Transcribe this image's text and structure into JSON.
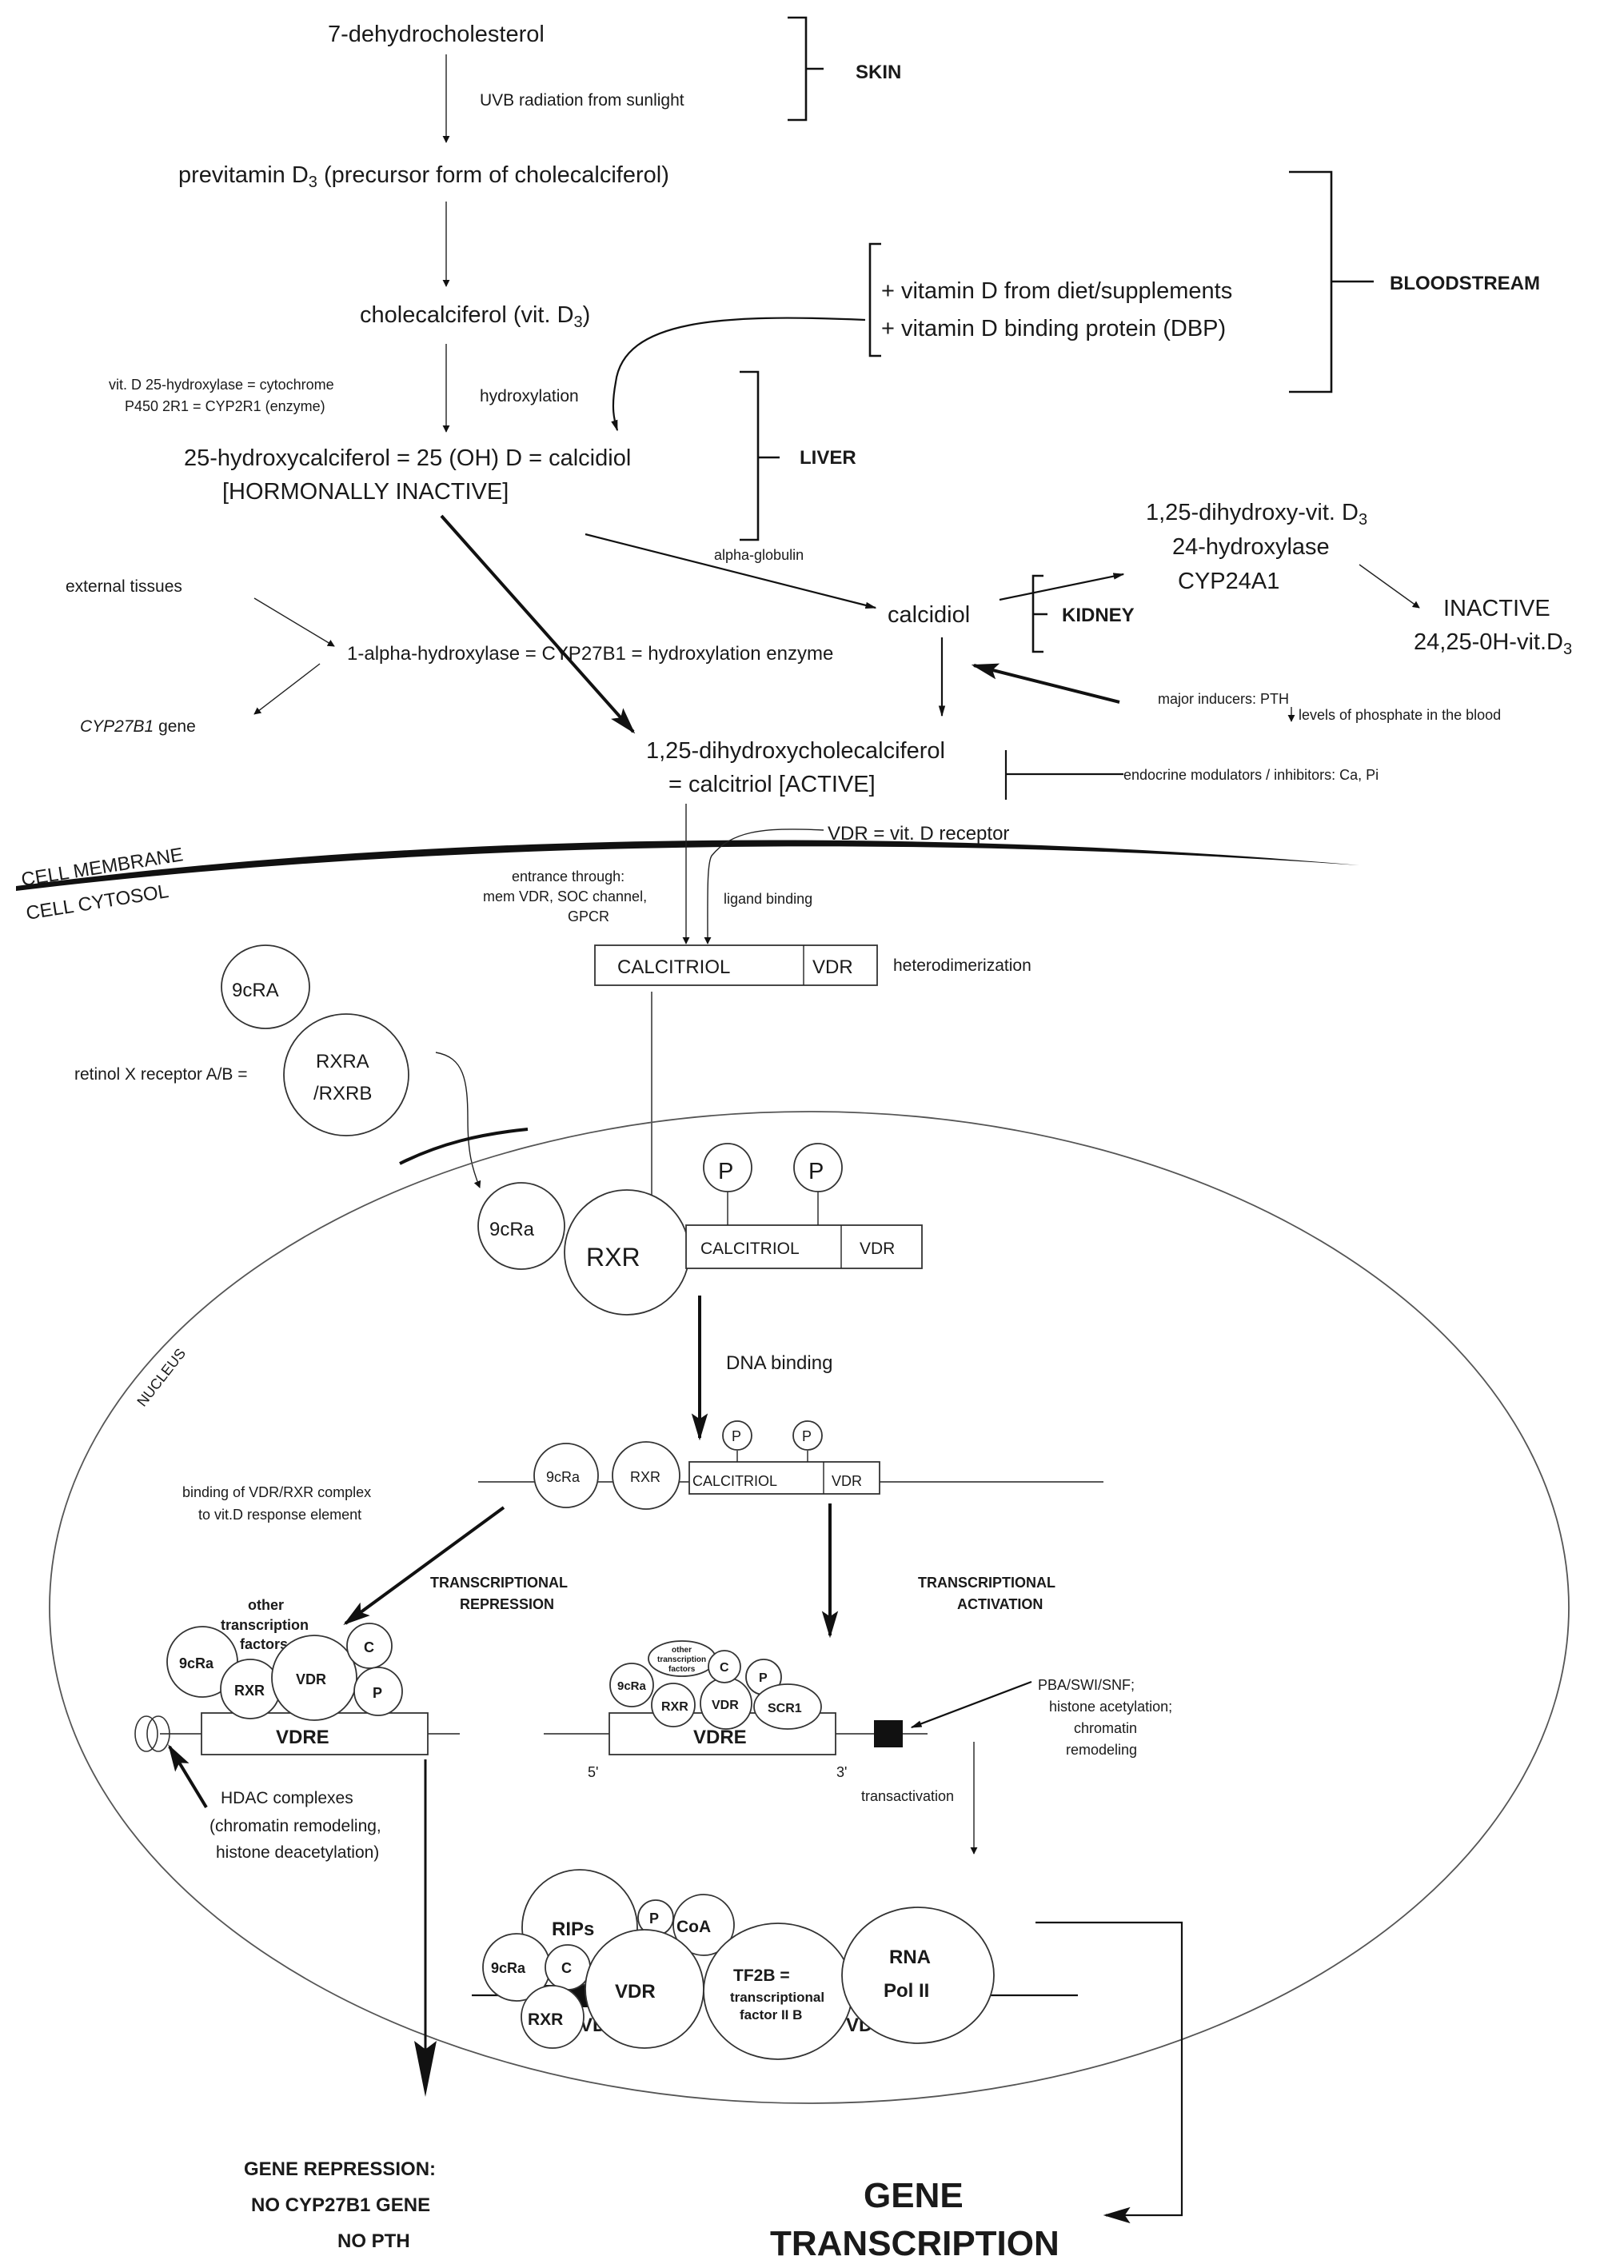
{
  "pathway": {
    "dehydro": "7-dehydrocholesterol",
    "uvb": "UVB radiation from sunlight",
    "skin": "SKIN",
    "previtamin": "previtamin D",
    "previtamin_sub": "3",
    "previtamin_rest": " (precursor form of cholecalciferol)",
    "cholecalciferol": "cholecalciferol (vit. D",
    "chole_sub": "3",
    "chole_end": ")",
    "diet": "+ vitamin D  from diet/supplements",
    "dbp": "+ vitamin D binding protein (DBP)",
    "bloodstream": "BLOODSTREAM",
    "enzyme_line1": "vit. D 25-hydroxylase = cytochrome",
    "enzyme_line2": "P450 2R1 = CYP2R1 (enzyme)",
    "hydroxylation": "hydroxylation",
    "calcidiol_full": "25-hydroxycalciferol = 25 (OH) D = calcidiol",
    "inactive_tag": "[HORMONALLY INACTIVE]",
    "liver": "LIVER",
    "alpha_globulin": "alpha-globulin",
    "dihydroxy": "1,25-dihydroxy-vit. D",
    "dihydroxy_sub": "3",
    "hydroxylase24": "24-hydroxylase",
    "cyp24": "CYP24A1",
    "inactive": "INACTIVE",
    "inactive_prod": "24,25-0H-vit.D",
    "inactive_sub": "3",
    "calcidiol": "calcidiol",
    "kidney": "KIDNEY",
    "external": "external tissues",
    "alpha_hydroxylase": "1-alpha-hydroxylase = CYP27B1 = hydroxylation enzyme",
    "gene_name": "CYP27B1",
    "gene_word": " gene",
    "inducers": "major inducers: PTH",
    "phosphate": "levels of phosphate in the blood",
    "calcitriol_line1": "1,25-dihydroxycholecalciferol",
    "calcitriol_line2": "= calcitriol [ACTIVE]",
    "modulators": "endocrine modulators / inhibitors: Ca, Pi"
  },
  "cell": {
    "vdr_receptor": "VDR = vit. D receptor",
    "membrane": "CELL MEMBRANE",
    "cytosol": "CELL CYTOSOL",
    "entrance1": "entrance through:",
    "entrance2": "mem VDR, SOC channel,",
    "entrance3": "GPCR",
    "ligand": "ligand binding",
    "calcitriol_box": "CALCITRIOL",
    "vdr_box": "VDR",
    "heterodimer": "heterodimerization",
    "ninecra": "9cRA",
    "retinol": "retinol X receptor A/B =",
    "rxra1": "RXRA",
    "rxra2": "/RXRB"
  },
  "nucleus": {
    "label": "NUCLEUS",
    "ninecra_small": "9cRa",
    "rxr": "RXR",
    "p": "P",
    "calcitriol": "CALCITRIOL",
    "vdr": "VDR",
    "dna_binding": "DNA binding",
    "binding1": "binding of VDR/RXR complex",
    "binding2": "to vit.D response element",
    "repression1": "TRANSCRIPTIONAL",
    "repression2": "REPRESSION",
    "activation1": "TRANSCRIPTIONAL",
    "activation2": "ACTIVATION",
    "other1": "other",
    "other2": "transcription",
    "other3": "factors",
    "c": "C",
    "vdre": "VDRE",
    "scr1": "SCR1",
    "five": "5'",
    "three": "3'",
    "pba1": "PBA/SWI/SNF;",
    "pba2": "histone acetylation;",
    "pba3": "chromatin",
    "pba4": "remodeling",
    "transactivation": "transactivation",
    "hdac1": "HDAC complexes",
    "hdac2": "(chromatin remodeling,",
    "hdac3": "histone deacetylation)",
    "rips": "RIPs",
    "coa": "CoA",
    "tf2b1": "TF2B =",
    "tf2b2": "transcriptional",
    "tf2b3": "factor II B",
    "rna1": "RNA",
    "rna2": "Pol II"
  },
  "outcomes": {
    "repression1": "GENE REPRESSION:",
    "repression2": "NO CYP27B1 GENE",
    "repression3": "NO PTH",
    "transcription1": "GENE",
    "transcription2": "TRANSCRIPTION"
  }
}
